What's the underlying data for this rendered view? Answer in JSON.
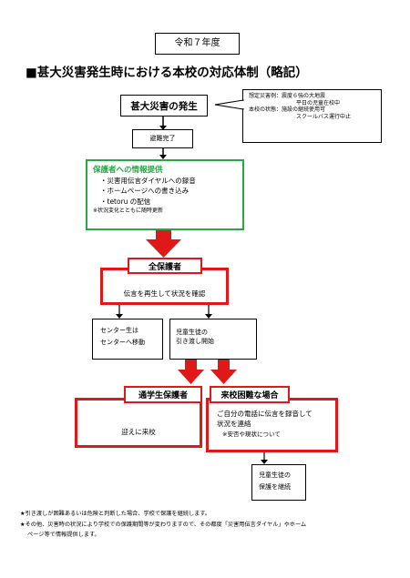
{
  "header": {
    "year": "令和７年度",
    "title": "■甚大災害発生時における本校の対応体制（略記）"
  },
  "flow": {
    "disaster": "甚大災害の発生",
    "assumption": {
      "line1": "想定災害例：震度６強の大地震",
      "line2": "平日の児童在校中",
      "line3": "本校の状態：施設の継続使用可",
      "line4": "スクールバス運行中止"
    },
    "evac": "避難完了",
    "info": {
      "title": "保護者への情報提供",
      "items": [
        "・災害用伝言ダイヤルへの録音",
        "・ホームページへの書き込み",
        "・tetoru の配信"
      ],
      "note": "※状況変化とともに随時更新"
    },
    "all_parents": {
      "label": "全保護者",
      "text": "伝言を再生して状況を確認"
    },
    "center": {
      "line1": "センター生は",
      "line2": "センターへ移動"
    },
    "handover": {
      "line1": "児童生徒の",
      "line2": "引き渡し開始"
    },
    "commuter": {
      "label": "通学生保護者",
      "text": "迎えに来校"
    },
    "difficult": {
      "label": "来校困難な場合",
      "line1": "ご自分の電話に伝言を録音して",
      "line2": "状況を連絡",
      "line3": "※安否や現状について"
    },
    "protect": {
      "line1": "児童生徒の",
      "line2": "保護を継続"
    }
  },
  "footnotes": [
    "★引き渡しが困難あるいは危険と判断した場合、学校で保護を継続します。",
    "★その他、災害時の状況により学校での保護期間等が変わりますので、その都度「災害用伝言ダイヤル」やホーム",
    "ページ等で情報提供します。"
  ],
  "colors": {
    "red": "#e01818",
    "green": "#27a745"
  }
}
